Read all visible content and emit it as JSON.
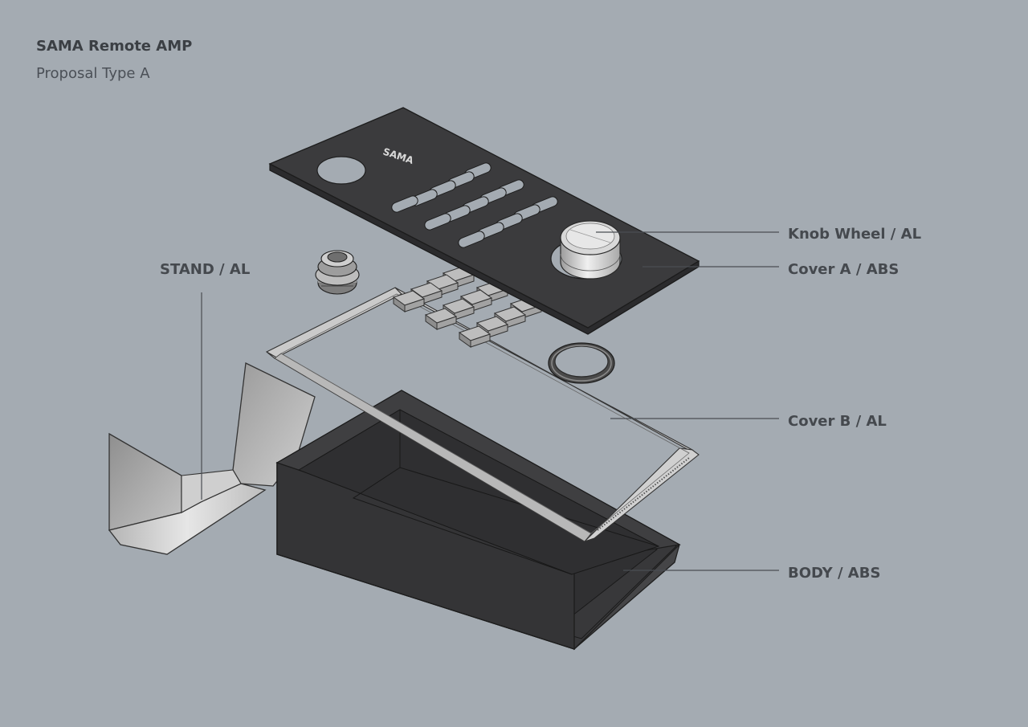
{
  "header": {
    "title": "SAMA Remote AMP",
    "subtitle": "Proposal Type A"
  },
  "panel_logo": "SAMA",
  "parts": {
    "knob_wheel": "Knob Wheel / AL",
    "cover_a": "Cover A / ABS",
    "cover_b": "Cover B / AL",
    "body": "BODY / ABS",
    "stand": "STAND / AL"
  },
  "colors": {
    "background": "#a4abb2",
    "abs_dark": "#3d3d3f",
    "aluminium": "#c9c9c9",
    "leader_line": "#4a4e53"
  }
}
